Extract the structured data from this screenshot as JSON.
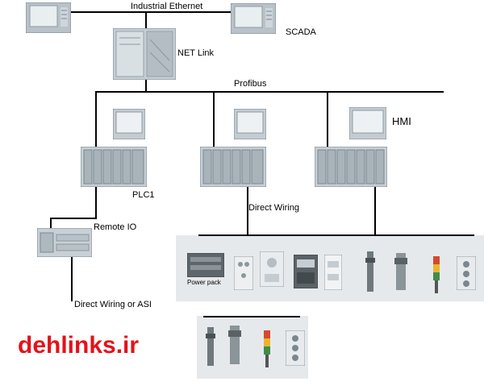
{
  "labels": {
    "industrial_ethernet": "Industrial Ethernet",
    "scada": "SCADA",
    "net_link": "NET Link",
    "profibus": "Profibus",
    "hmi": "HMI",
    "plc1": "PLC1",
    "remote_io": "Remote IO",
    "direct_wiring": "Direct Wiring",
    "direct_wiring_asi": "Direct Wiring or ASI",
    "power_pack": "Power pack"
  },
  "watermark": "dehlinks.ir",
  "colors": {
    "bus": "#000000",
    "watermark": "#e3121b",
    "field_panel": "#e6e9ec",
    "device": "#c9d1d6"
  }
}
